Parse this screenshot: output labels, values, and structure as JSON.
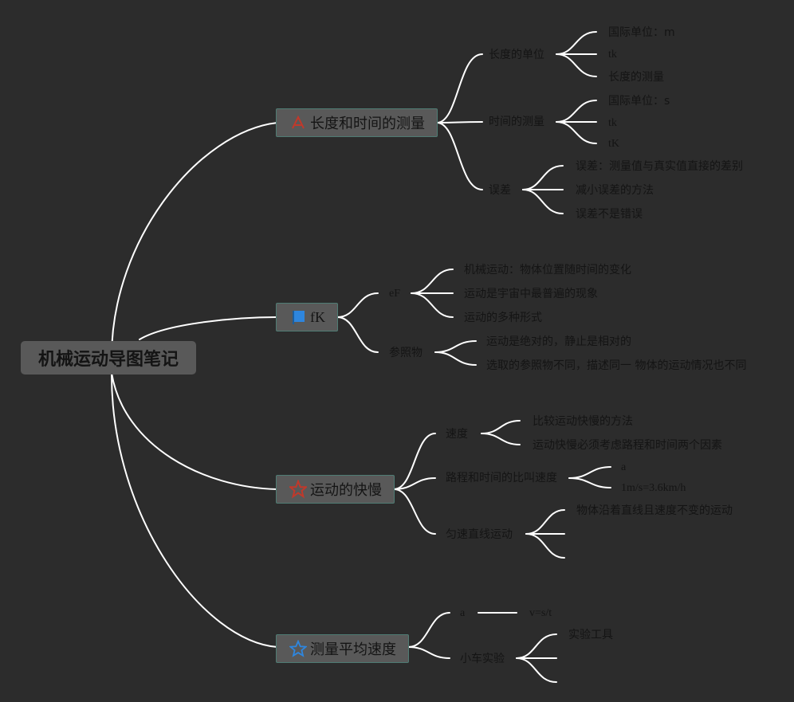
{
  "root": {
    "title": "机械运动导图笔记"
  },
  "branches": [
    {
      "title": "长度和时间的测量",
      "icon": "ruler-pencil-icon",
      "icon_color": "#c0392b",
      "children": [
        {
          "label": "长度的单位",
          "children": [
            "国际单位：m",
            "tk",
            "长度的测量"
          ]
        },
        {
          "label": "时间的测量",
          "children": [
            "国际单位：s",
            "tk",
            "tK"
          ]
        },
        {
          "label": "误差",
          "children": [
            "误差：测量值与真实值直接的差别",
            "减小误差的方法",
            "误差不是错误"
          ]
        }
      ]
    },
    {
      "title": "fK",
      "icon": "flag-icon",
      "icon_color": "#2e86de",
      "children": [
        {
          "label": "eF",
          "children": [
            "机械运动：物体位置随时间的变化",
            "运动是宇宙中最普遍的现象",
            "运动的多种形式"
          ]
        },
        {
          "label": "参照物",
          "children": [
            "运动是绝对的，静止是相对的",
            "选取的参照物不同，描述同一 物体的运动情况也不同"
          ]
        }
      ]
    },
    {
      "title": "运动的快慢",
      "icon": "star-icon",
      "icon_color": "#c0392b",
      "children": [
        {
          "label": "速度",
          "children": [
            "比较运动快慢的方法",
            "运动快慢必须考虑路程和时间两个因素"
          ]
        },
        {
          "label": "路程和时间的比叫速度",
          "children": [
            "a",
            "1m/s=3.6km/h"
          ]
        },
        {
          "label": "匀速直线运动",
          "children": [
            "物体沿着直线且速度不变的运动",
            "",
            ""
          ]
        }
      ]
    },
    {
      "title": "测量平均速度",
      "icon": "star-outline-icon",
      "icon_color": "#2e86de",
      "children": [
        {
          "label": "a",
          "children": [
            "v=s/t"
          ]
        },
        {
          "label": "小车实验",
          "children": [
            "实验工具",
            "",
            ""
          ]
        }
      ]
    }
  ]
}
